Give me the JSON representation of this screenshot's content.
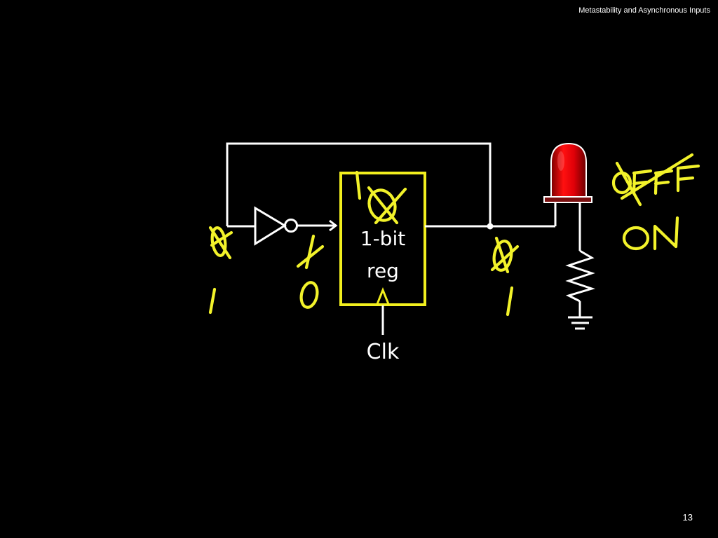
{
  "slide": {
    "header_title": "Metastability and Asynchronous Inputs",
    "page_number": "13"
  },
  "circuit": {
    "register_label_line1": "1-bit",
    "register_label_line2": "reg",
    "clock_label": "Clk"
  },
  "colors": {
    "background": "#000000",
    "wire": "#ffffff",
    "register_border": "#f2ef1e",
    "annotation_ink": "#f2f22a",
    "led_red": "#e0000a"
  },
  "annotations": {
    "led_state_crossed": "OFF",
    "led_state_current": "ON"
  }
}
